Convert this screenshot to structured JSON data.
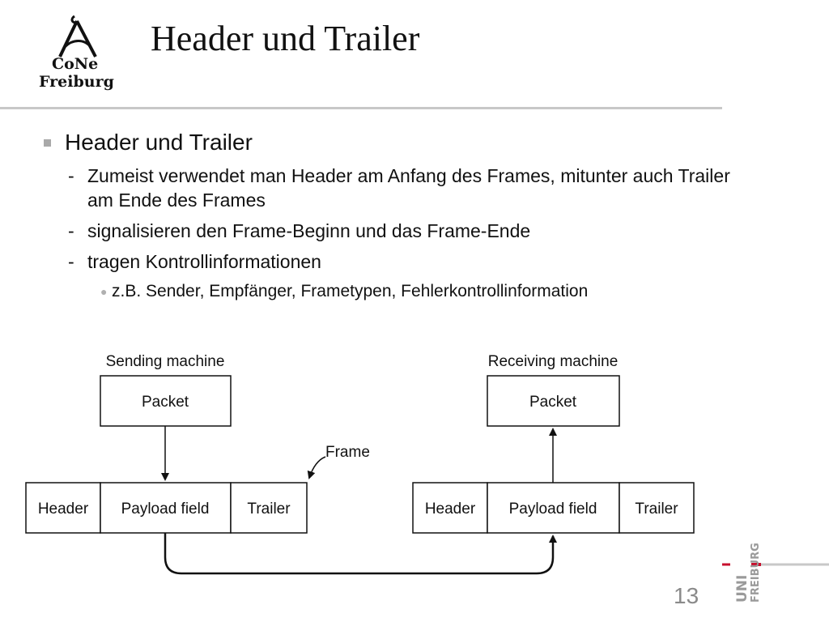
{
  "logo": {
    "line1": "CoNe",
    "line2": "Freiburg"
  },
  "title": "Header und Trailer",
  "bullets": {
    "level1": "Header und Trailer",
    "dash_marker": "-",
    "items": [
      "Zumeist verwendet man Header am Anfang des Frames, mitunter auch Trailer am Ende des Frames",
      "signalisieren den Frame-Beginn und das Frame-Ende",
      "tragen Kontrollinformationen"
    ],
    "sub_item": "z.B. Sender, Empfänger, Frametypen, Fehlerkontrollinformation"
  },
  "diagram": {
    "sending_label": "Sending machine",
    "receiving_label": "Receiving machine",
    "packet_label": "Packet",
    "frame_label": "Frame",
    "header_label": "Header",
    "payload_label": "Payload field",
    "trailer_label": "Trailer"
  },
  "page_number": "13",
  "uni_logo": {
    "line1": "UNI",
    "line2": "FREIBURG",
    "accent_color": "#c8102e"
  }
}
